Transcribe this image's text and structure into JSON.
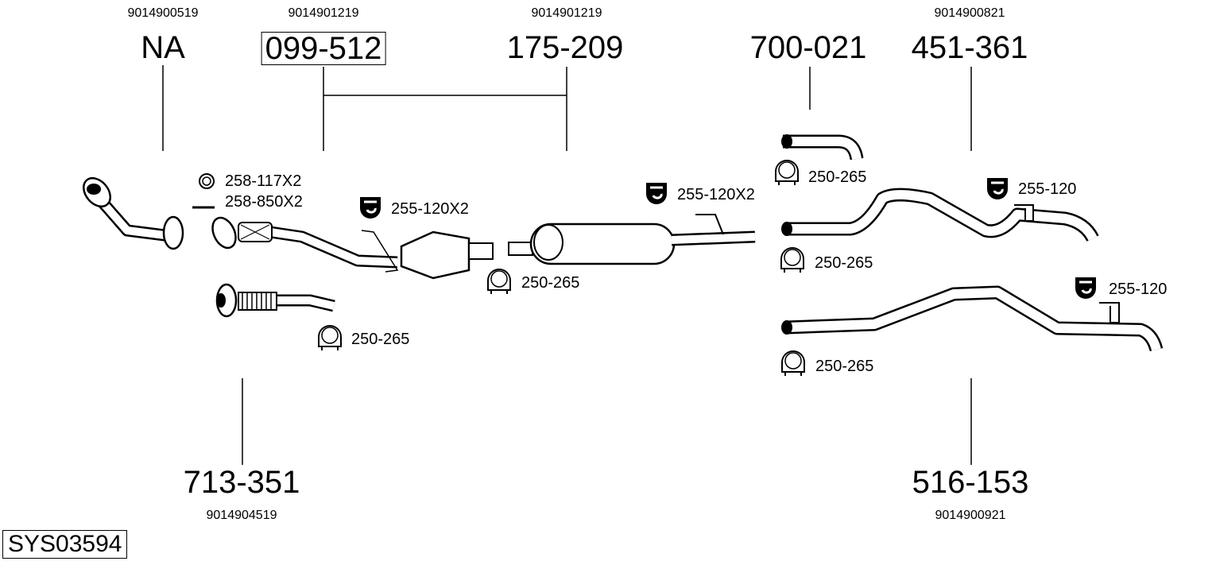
{
  "system_id": "SYS03594",
  "top_parts": [
    {
      "ref": "9014900519",
      "part": "NA",
      "boxed": false
    },
    {
      "ref": "9014901219",
      "part": "099-512",
      "boxed": true
    },
    {
      "ref": "9014901219",
      "part": "175-209",
      "boxed": false
    },
    {
      "ref": "",
      "part": "700-021",
      "boxed": false
    },
    {
      "ref": "9014900821",
      "part": "451-361",
      "boxed": false
    }
  ],
  "bottom_parts": [
    {
      "ref": "9014904519",
      "part": "713-351"
    },
    {
      "ref": "9014900921",
      "part": "516-153"
    }
  ],
  "accessories": [
    {
      "code": "258-117X2",
      "icon": "gasket-ring"
    },
    {
      "code": "258-850X2",
      "icon": "bolt"
    },
    {
      "code": "255-120X2",
      "icon": "rubber-hanger"
    },
    {
      "code": "250-265",
      "icon": "clamp"
    },
    {
      "code": "250-265",
      "icon": "clamp"
    },
    {
      "code": "255-120X2",
      "icon": "rubber-hanger"
    },
    {
      "code": "250-265",
      "icon": "clamp"
    },
    {
      "code": "255-120",
      "icon": "rubber-hanger"
    },
    {
      "code": "250-265",
      "icon": "clamp"
    },
    {
      "code": "255-120",
      "icon": "rubber-hanger"
    },
    {
      "code": "250-265",
      "icon": "clamp"
    }
  ]
}
